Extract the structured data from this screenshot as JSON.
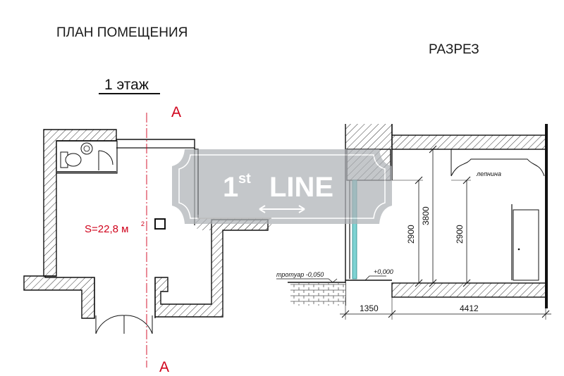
{
  "plan": {
    "title": "ПЛАН ПОМЕЩЕНИЯ",
    "floor_label": "1 этаж",
    "section_marker": "А",
    "area_label": "S=22,8 м",
    "area_superscript": "2"
  },
  "section": {
    "title": "РАЗРЕЗ",
    "ceiling_height_left": "2900",
    "total_height": "3800",
    "ceiling_height_right": "2900",
    "molding_label": "лепнина",
    "sidewalk_label": "тротуар -0,050",
    "floor_level_label": "+0,000",
    "width_left": "1350",
    "width_right": "4412"
  },
  "watermark": {
    "brand_main": "1",
    "brand_sup": "st",
    "brand_word": "LINE"
  },
  "colors": {
    "section_line": "#d0021b",
    "watermark": "#aeb2b6",
    "wall_hatch": "#333333",
    "glass": "#7fd3d3"
  }
}
